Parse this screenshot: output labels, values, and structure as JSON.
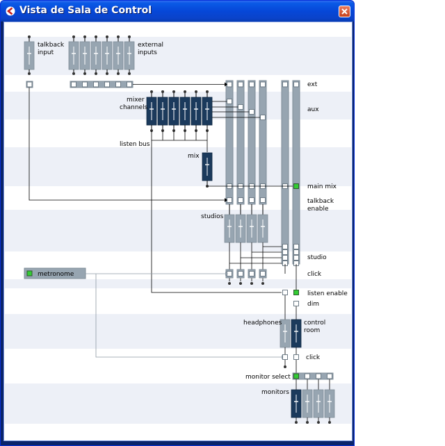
{
  "window": {
    "title": "Vista de Sala de Control"
  },
  "colors": {
    "band": "#edf0f7",
    "fader_gray": "#97a5b1",
    "fader_dark": "#1b3a5c",
    "wire": "#000000",
    "wire_gray": "#8e9aa4",
    "active_green": "#33cc33"
  },
  "labels": {
    "talkback_input": [
      "talkback",
      "input"
    ],
    "external_inputs": [
      "external",
      "inputs"
    ],
    "mixer_channels": [
      "mixer",
      "channels"
    ],
    "listen_bus": "listen bus",
    "mix": "mix",
    "ext": "ext",
    "aux": "aux",
    "main_mix": "main mix",
    "talkback_enable": [
      "talkback",
      "enable"
    ],
    "studios": "studios",
    "studio": "studio",
    "click_studio": "click",
    "metronome": "metronome",
    "listen_enable": "listen enable",
    "dim": "dim",
    "headphones": "headphones",
    "control_room": [
      "control",
      "room"
    ],
    "click_cr": "click",
    "monitor_select": "monitor select",
    "monitors": "monitors"
  }
}
